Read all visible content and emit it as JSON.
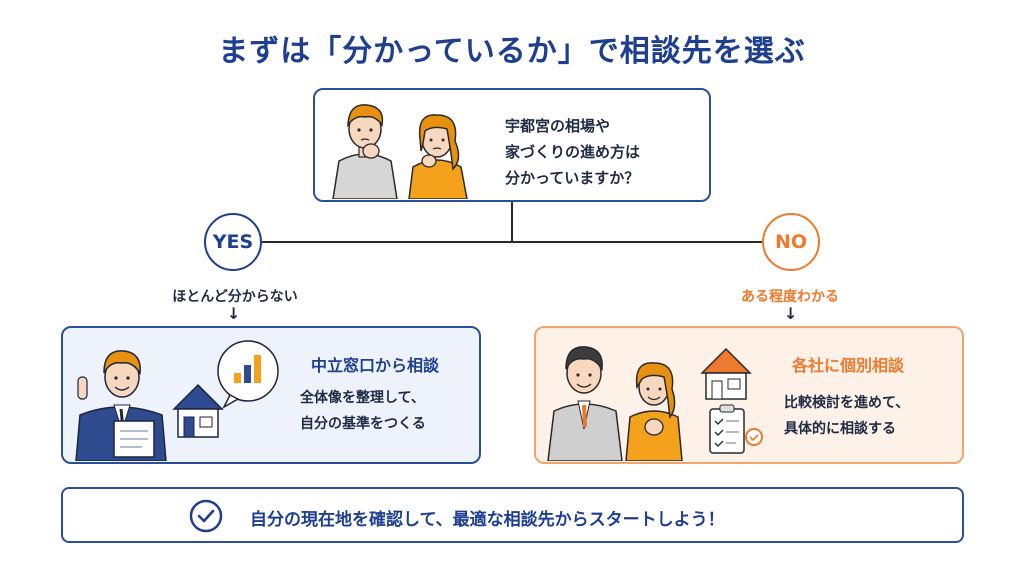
{
  "title": "まずは「分かっているか」で相談先を選ぶ",
  "question": {
    "lines": [
      "宇都宮の相場や",
      "家づくりの進め方は",
      "分かっていますか？"
    ]
  },
  "yes": {
    "label": "YES",
    "caption": "ほとんど分からない",
    "arrow": "↓",
    "card_title": "中立窓口から相談",
    "card_lines": [
      "全体像を整理して、",
      "自分の基準をつくる"
    ]
  },
  "no": {
    "label": "NO",
    "caption": "ある程度わかる",
    "arrow": "↓",
    "card_title": "各社に個別相談",
    "card_lines": [
      "比較検討を進めて、",
      "具体的に相談する"
    ]
  },
  "banner": {
    "text": "自分の現在地を確認して、最適な相談先からスタートしよう！"
  },
  "colors": {
    "navy": "#1e3f8f",
    "orange": "#ee7a2e",
    "skin": "#f7d7bd",
    "hair": "#e8900f",
    "yellow": "#f4a21b",
    "gray_shirt": "#d6d6d6"
  }
}
